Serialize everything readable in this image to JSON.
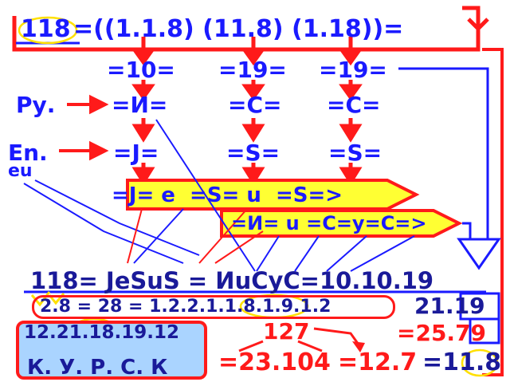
{
  "colors": {
    "blue": "#1a1aff",
    "red": "#ff1a1a",
    "yellow": "#ffff33",
    "panel": "#aad4ff",
    "ellipse": "#ffe000"
  },
  "row1": {
    "lead": "118",
    "rest": "=((1.1.8) (11.8) (1.18))="
  },
  "row2": {
    "c1": "=10=",
    "c2": "=19=",
    "c3": "=19="
  },
  "row3": {
    "label": "Ру.",
    "c1": "=И=",
    "c2": "=С=",
    "c3": "=С="
  },
  "row4": {
    "label": "En.",
    "c1": "=J=",
    "c2": "=S=",
    "c3": "=S=",
    "sub": "eu"
  },
  "banner1": "=J= e  =S= u  =S=>",
  "banner2": "=И= u =С=у=С=>",
  "main_eq": "118= JeSuS = ИuCyC=10.10.19",
  "eq2": "2.8 = 28 = 1.2.2.1.1.8.1.9.1.2",
  "side1": "21.19",
  "side2": "=25.79",
  "panel": {
    "top": "12.21.18.19.12",
    "bottom": "К. У. Р. С. К"
  },
  "n127": "127",
  "eq3a": "=23.104",
  "eq3b": "=12.7",
  "eq3c": "=11.8"
}
